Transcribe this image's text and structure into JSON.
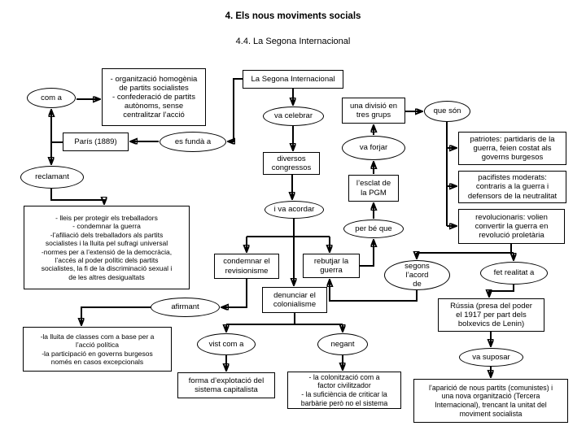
{
  "page": {
    "title": "4. Els nous moviments socials",
    "subtitle": "4.4. La Segona Internacional"
  },
  "colors": {
    "line": "#000000",
    "background": "#ffffff"
  },
  "nodes": {
    "segona_internacional": "La Segona Internacional",
    "com_a": "com a",
    "organitzacio": "- organització homogènia\nde partits socialistes\n- confederació de partits\nautònoms, sense\ncentralitzar l’acció",
    "va_celebrar": "va celebrar",
    "divisio": "una divisió en\ntres grups",
    "que_son": "que són",
    "es_funda": "es fundà a",
    "paris": "París (1889)",
    "va_forjar": "va forjar",
    "patriotes": "patriotes: partidaris de la\nguerra, feien costat als\ngoverns burgesos",
    "diversos_congressos": "diversos\ncongressos",
    "reclamant": "reclamant",
    "esclat_pgm": "l’esclat de\nla PGM",
    "pacifistes": "pacifistes moderats:\ncontraris a la guerra i\ndefensors de la neutralitat",
    "acords": "- lleis per protegir els treballadors\n- condemnar la guerra\n-l’afiliació dels treballadors als partits\nsocialistes i la lluita pel sufragi universal\n-normes per a l’extensió de la democràcia,\nl’accés al poder polític dels partits\nsocialistes, la fi de la discriminació sexual i\nde les altres desigualtats",
    "i_va_acordar": "i va acordar",
    "per_be_que": "per bé que",
    "revolucionaris": "revolucionaris: volien\nconvertir la guerra en\nrevolució proletària",
    "condemnar_revisionisme": "condemnar el\nrevisionisme",
    "rebutjar_guerra": "rebutjar la\nguerra",
    "segons_acord": "segons\nl’acord\nde",
    "fet_realitat": "fet realitat a",
    "afirmant": "afirmant",
    "denunciar_colonialisme": "denunciar el\ncolonialisme",
    "russia": "Rússia (presa del poder\nel 1917 per part dels\nbolxevics de Lenin)",
    "lluita_classes": "-la lluita de classes com a base per a\nl’acció política\n-la participació en governs burgesos\nnomés en casos excepcionals",
    "vist_com_a": "vist com a",
    "negant": "negant",
    "va_suposar": "va suposar",
    "forma_explotacio": "forma d’explotació del\nsistema capitalista",
    "colonitzacio": "- la colonització com a\nfactor civilitzador\n- la suficiència de criticar la\nbarbàrie però no el sistema",
    "aparicio_partits": "l’aparició de nous partits (comunistes) i\nuna nova organització (Tercera\nInternacional), trencant la unitat del\nmoviment socialista"
  }
}
